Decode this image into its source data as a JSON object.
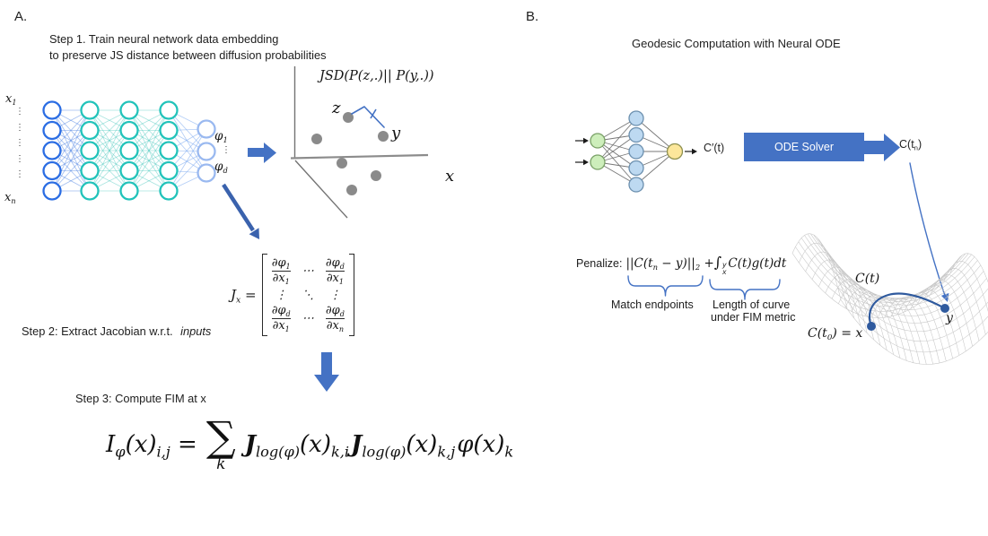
{
  "panelA": {
    "label": "A.",
    "step1": [
      "Step 1. Train neural network data embedding",
      "to preserve JS distance between diffusion probabilities"
    ],
    "net_labels": {
      "input_top": "x_{1}",
      "input_bottom": "x_{n}",
      "dots": "⋮\n⋮\n⋮\n⋮\n⋮",
      "mid_dot": "⋮",
      "output_top": "φ_{1}",
      "output_bottom": "φ_{d}"
    },
    "scatter": {
      "title": "JSD(P(z,.)|| P(y,.))",
      "z": "z",
      "y": "y",
      "x": "x"
    },
    "step2": {
      "text": "Step 2: Extract Jacobian w.r.t.",
      "italic": "inputs"
    },
    "matrix": {
      "lhs": "J_{x} =",
      "rows": [
        [
          {
            "num": "∂φ_{1}",
            "den": "∂x_{1}"
          },
          "⋯",
          {
            "num": "∂φ_{d}",
            "den": "∂x_{1}"
          }
        ],
        [
          "⋮",
          "⋱",
          "⋮"
        ],
        [
          {
            "num": "∂φ_{d}",
            "den": "∂x_{1}"
          },
          "⋯",
          {
            "num": "∂φ_{d}",
            "den": "∂x_{n}"
          }
        ]
      ]
    },
    "step3": "Step 3: Compute FIM at x",
    "formula": {
      "lhs": "I_{φ}(x)_{i,j} =",
      "sum": "∑",
      "sum_sub": "k",
      "terms": [
        {
          "J": "J",
          "Jsub": "log(φ)",
          "rest": "(x)_{k,i}"
        },
        {
          "J": "J",
          "Jsub": "log(φ)",
          "rest": "(x)_{k,j}"
        }
      ],
      "tail": "φ(x)_{k}"
    }
  },
  "panelB": {
    "label": "B.",
    "title": "Geodesic Computation with Neural ODE",
    "net_output_label": "C′(t)",
    "ode_box_label": "ODE Solver",
    "ode_output_label": "C(t_{n})",
    "penalize": {
      "prefix": "Penalize:",
      "math_a": "||C(t_{n} − y)||_{2} + ",
      "integral": "∫",
      "int_sup": "y",
      "int_sub": "x",
      "math_b": "C(t)g(t)dt",
      "brace1_label": "Match endpoints",
      "brace2_label": [
        "Length of curve",
        "under FIM metric"
      ]
    },
    "surface": {
      "curve_label": "C(t)",
      "start_label": "C(t_{0}) = x",
      "end_label": "y"
    }
  },
  "colors": {
    "accent_blue": "#4472c4",
    "geodesic_blue": "#2f5a9e",
    "input_node_blue": "#2b6de3",
    "hidden_node_teal": "#22c3ba",
    "output_node_blue": "#9ab9f0",
    "dot_gray": "#8a8a8a",
    "green_node_fill": "#cdeebb",
    "blue_node_fill": "#bdd9f1",
    "yellow_node_fill": "#fce79b"
  }
}
